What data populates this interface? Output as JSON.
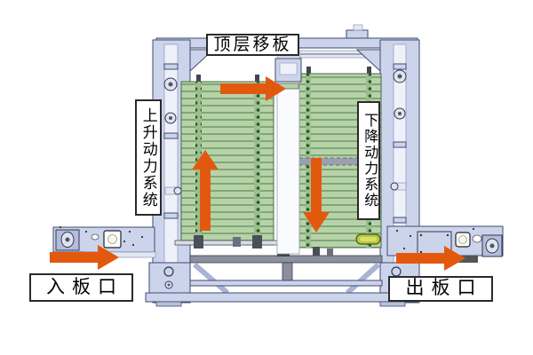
{
  "labels": {
    "top_transfer": "顶层移板",
    "ascend_system": "上升动力系统",
    "descend_system": "下降动力系统",
    "inlet": "入板口",
    "outlet": "出板口"
  },
  "colors": {
    "arrow_orange": "#e2590e",
    "frame_lavender": "#ccd4ec",
    "frame_border": "#3f4a6e",
    "slat_green": "#b7d2a9",
    "slat_edge_green": "#4a6b45",
    "chain_dark_green": "#1f5c24",
    "belt_yellow_green": "#b9c83b",
    "label_border": "#2a2a2a"
  },
  "icons": {
    "arrows": [
      {
        "name": "infeed-arrow",
        "direction": "right"
      },
      {
        "name": "ascend-arrow",
        "direction": "up"
      },
      {
        "name": "top-transfer-arrow",
        "direction": "right"
      },
      {
        "name": "descend-arrow",
        "direction": "down"
      },
      {
        "name": "outfeed-arrow",
        "direction": "right"
      }
    ]
  }
}
